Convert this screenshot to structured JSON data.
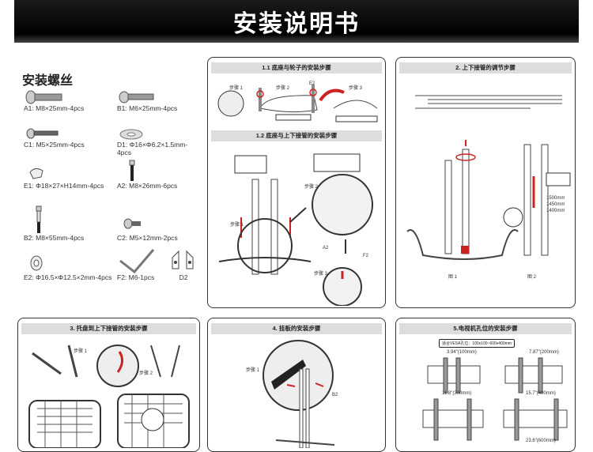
{
  "header": {
    "title": "安装说明书"
  },
  "parts": {
    "title": "安装螺丝",
    "items": [
      {
        "label": "A1: M8×25mm-4pcs"
      },
      {
        "label": "B1: M6×25mm-4pcs"
      },
      {
        "label": "C1: M5×25mm-4pcs"
      },
      {
        "label": "D1: Φ16×Φ6.2×1.5mm-4pcs"
      },
      {
        "label": "E1: Φ18×27×H14mm-4pcs"
      },
      {
        "label": "A2: M8×26mm-6pcs"
      },
      {
        "label": "B2:  M8×55mm-4pcs"
      },
      {
        "label": "C2: M5×12mm-2pcs"
      },
      {
        "label": "E2: Φ16.5×Φ12.5×2mm-4pcs"
      },
      {
        "label": "F2: M6-1pcs"
      },
      {
        "label": "D2"
      }
    ]
  },
  "panel1": {
    "title_a": "1.1 底座与轮子的安装步骤",
    "title_b": "1.2 底座与上下接管的安装步骤",
    "step1": "步骤 1",
    "step2": "步骤 2",
    "step3": "步骤 3",
    "e2": "E2",
    "a2": "A2",
    "f2": "F2"
  },
  "panel2": {
    "title": "2. 上下接管的调节步骤",
    "fig1": "图 1",
    "fig2": "图 2",
    "h1": "1500mm",
    "h2": "1450mm",
    "h3": "1400mm"
  },
  "panel3": {
    "title": "3. 托盘到上下接管的安装步骤",
    "step1": "步骤 1",
    "step2": "步骤 2"
  },
  "panel4": {
    "title": "4. 挂板的安装步骤",
    "step1": "步骤 1",
    "b2": "B2"
  },
  "panel5": {
    "title": "5.电视机孔位的安装步骤",
    "vesa": "适合VESA孔位：100x100~600x400mm",
    "d1": "3.94\"(100mm)",
    "d2": "7.87\"(200mm)",
    "d3": "11.8\"(300mm)",
    "d4": "15.7\"(400mm)",
    "d5": "23.6\"(600mm)"
  }
}
